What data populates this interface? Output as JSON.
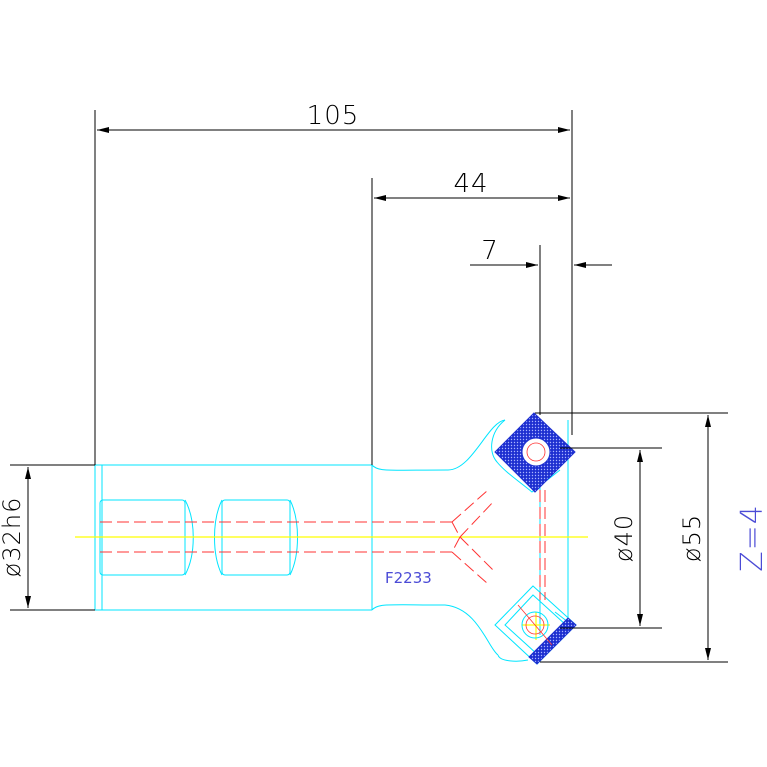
{
  "dimensions": {
    "overall_length": "105",
    "head_length": "44",
    "insert_offset": "7",
    "shank_diameter": "ø32h6",
    "inner_diameter": "ø40",
    "outer_diameter": "ø55"
  },
  "part_code": "F2233",
  "teeth_count": "Z=4",
  "colors": {
    "background": "#ffffff",
    "outline": "#00e5ff",
    "dimension": "#000000",
    "centerline": "#ffff00",
    "hidden_line": "#ff3333",
    "insert_fill": "#2233cc",
    "label": "#4b4bd6"
  }
}
